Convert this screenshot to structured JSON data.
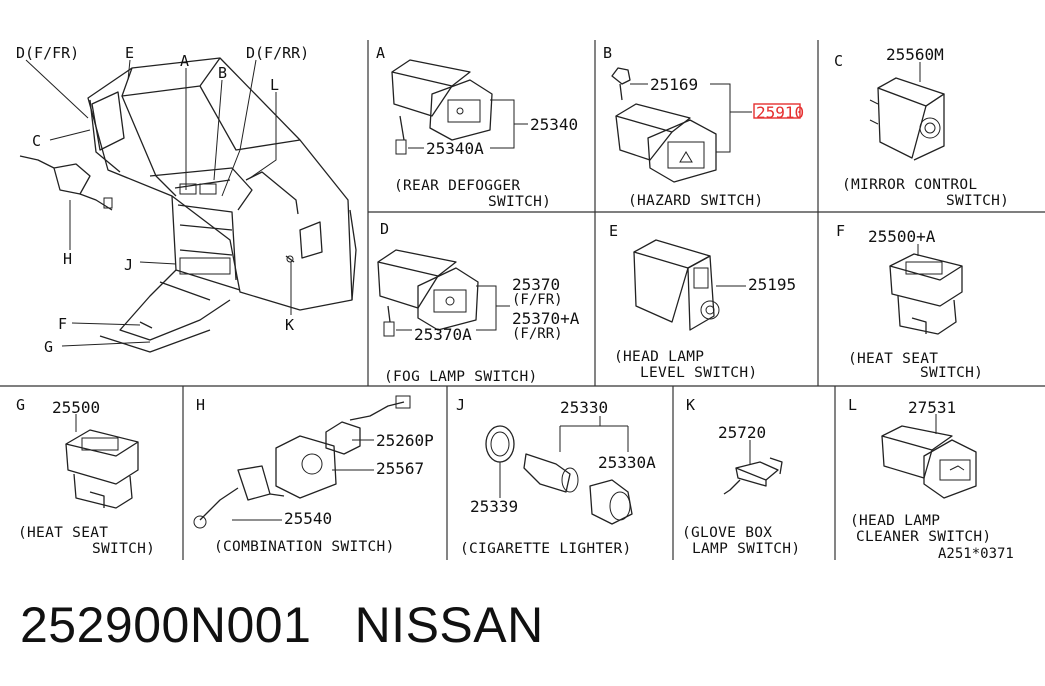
{
  "overview": {
    "callouts": {
      "d_fr": "D(F/FR)",
      "e": "E",
      "a": "A",
      "b": "B",
      "d_rr": "D(F/RR)",
      "l": "L",
      "c": "C",
      "h": "H",
      "j": "J",
      "f": "F",
      "g": "G",
      "k": "K"
    }
  },
  "panels": {
    "a": {
      "letter": "A",
      "part1": "25340",
      "part2": "25340A",
      "cap1": "(REAR DEFOGGER",
      "cap2": "SWITCH)"
    },
    "b": {
      "letter": "B",
      "part1": "25169",
      "part2": "25910",
      "cap1": "(HAZARD SWITCH)"
    },
    "c": {
      "letter": "C",
      "part1": "25560M",
      "cap1": "(MIRROR CONTROL",
      "cap2": "SWITCH)"
    },
    "d": {
      "letter": "D",
      "part1": "25370",
      "part1_note": "(F/FR)",
      "part2": "25370+A",
      "part2_note": "(F/RR)",
      "part3": "25370A",
      "cap1": "(FOG LAMP SWITCH)"
    },
    "e": {
      "letter": "E",
      "part1": "25195",
      "cap1": "(HEAD LAMP",
      "cap2": "LEVEL SWITCH)"
    },
    "f": {
      "letter": "F",
      "part1": "25500+A",
      "cap1": "(HEAT SEAT",
      "cap2": "SWITCH)"
    },
    "g": {
      "letter": "G",
      "part1": "25500",
      "cap1": "(HEAT SEAT",
      "cap2": "SWITCH)"
    },
    "h": {
      "letter": "H",
      "part1": "25260P",
      "part2": "25567",
      "part3": "25540",
      "cap1": "(COMBINATION SWITCH)"
    },
    "j": {
      "letter": "J",
      "part1": "25330",
      "part2": "25330A",
      "part3": "25339",
      "cap1": "(CIGARETTE LIGHTER)"
    },
    "k": {
      "letter": "K",
      "part1": "25720",
      "cap1": "(GLOVE BOX",
      "cap2": "LAMP SWITCH)"
    },
    "l": {
      "letter": "L",
      "part1": "27531",
      "cap1": "(HEAD LAMP",
      "cap2": "CLEANER SWITCH)",
      "ref": "A251*0371"
    }
  },
  "footer": {
    "part_number": "252900N001",
    "brand": "NISSAN"
  },
  "colors": {
    "highlight": "#e53030",
    "ink": "#111111"
  }
}
